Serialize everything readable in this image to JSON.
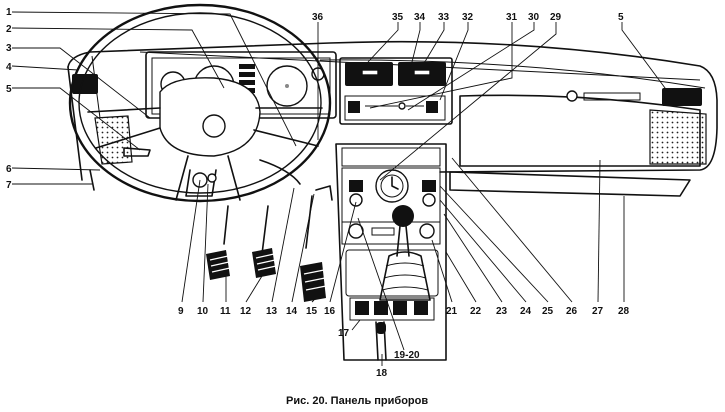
{
  "figure": {
    "caption": "Рис. 20. Панель приборов",
    "callouts": [
      "1",
      "2",
      "3",
      "4",
      "5",
      "6",
      "7",
      "9",
      "10",
      "11",
      "12",
      "13",
      "14",
      "15",
      "16",
      "17",
      "18",
      "19-20",
      "21",
      "22",
      "23",
      "24",
      "25",
      "26",
      "27",
      "28",
      "29",
      "30",
      "31",
      "32",
      "33",
      "34",
      "35",
      "36",
      "5"
    ]
  }
}
